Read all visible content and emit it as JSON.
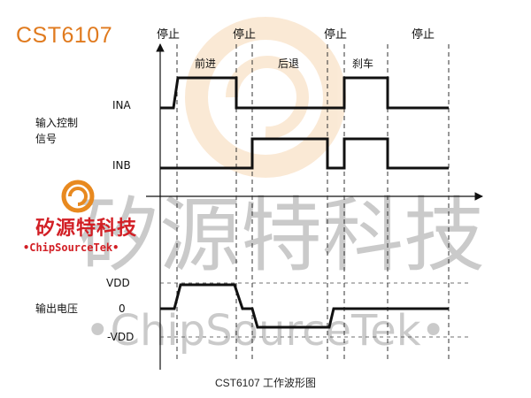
{
  "brand": {
    "title": "CST6107"
  },
  "logo": {
    "name_cn": "矽源特科技",
    "name_en": "•ChipSourceTek•",
    "accent": "#e8891f"
  },
  "watermark": {
    "text_cn": "矽源特科技",
    "text_en": "•ChipSourceTek•"
  },
  "diagram": {
    "phases": [
      "停止",
      "前进",
      "停止",
      "后退",
      "停止",
      "刹车",
      "停止"
    ],
    "input_group_label_line1": "输入控制",
    "input_group_label_line2": "信号",
    "ina_label": "INA",
    "inb_label": "INB",
    "output_label": "输出电压",
    "vdd_label": "VDD",
    "zero_label": "0",
    "neg_vdd_label": "-VDD",
    "caption": "CST6107 工作波形图",
    "states": [
      {
        "phase": "停止",
        "INA": 0,
        "INB": 0,
        "OUT": "0"
      },
      {
        "phase": "前进",
        "INA": 1,
        "INB": 0,
        "OUT": "VDD"
      },
      {
        "phase": "后退",
        "INA": 0,
        "INB": 1,
        "OUT": "-VDD"
      },
      {
        "phase": "停止",
        "INA": 0,
        "INB": 0,
        "OUT": "0"
      },
      {
        "phase": "刹车",
        "INA": 1,
        "INB": 1,
        "OUT": "0"
      },
      {
        "phase": "停止",
        "INA": 0,
        "INB": 0,
        "OUT": "0"
      }
    ]
  }
}
